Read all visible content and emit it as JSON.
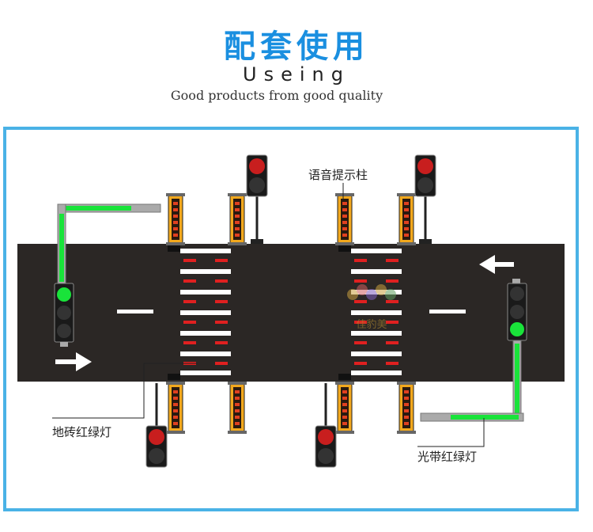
{
  "header": {
    "title": "配套使用",
    "subtitle": "Useing",
    "tagline": "Good products from good quality"
  },
  "diagram": {
    "labels": {
      "voice_pole": "语音提示柱",
      "floor_light": "地砖红绿灯",
      "strip_light": "光带红绿灯"
    },
    "watermark": "佳豹美"
  },
  "colors": {
    "accent": "#1a8fe0",
    "frame": "#4ab2e6",
    "road": "#2b2725",
    "green_light": "#19e33a",
    "red_light": "#e02020",
    "pole_yellow": "#f2a81d"
  }
}
